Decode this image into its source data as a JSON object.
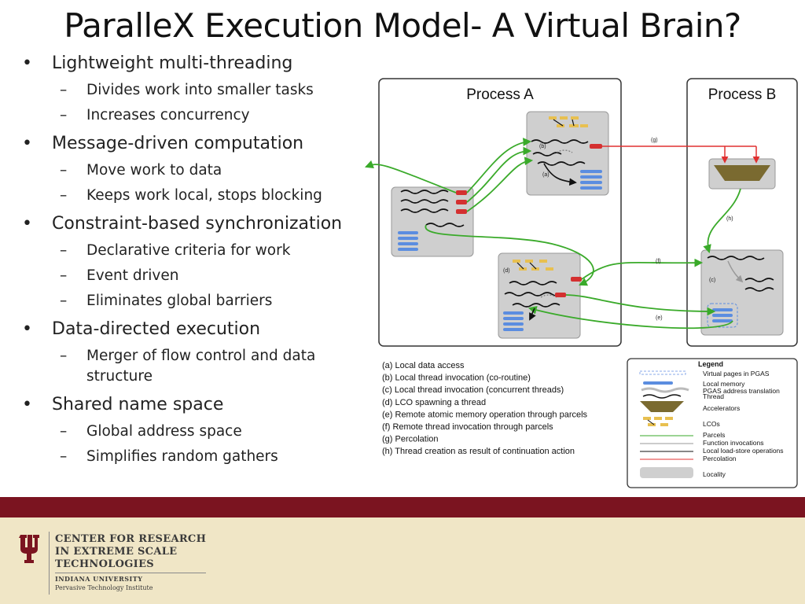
{
  "slide": {
    "title": "ParalleX Execution Model- A Virtual Brain?"
  },
  "bullets": [
    {
      "text": "Lightweight multi-threading",
      "subs": [
        "Divides work into smaller tasks",
        "Increases concurrency"
      ]
    },
    {
      "text": "Message-driven computation",
      "subs": [
        "Move work to data",
        "Keeps work local, stops blocking"
      ]
    },
    {
      "text": "Constraint-based synchronization",
      "subs": [
        "Declarative criteria for work",
        "Event driven",
        "Eliminates global barriers"
      ]
    },
    {
      "text": "Data-directed execution",
      "subs": [
        "Merger of flow control and data structure"
      ]
    },
    {
      "text": "Shared name space",
      "subs": [
        "Global address space",
        "Simplifies random gathers"
      ]
    }
  ],
  "figure": {
    "process_a": "Process A",
    "process_b": "Process B",
    "labels": {
      "a": "(a)",
      "b": "(b)",
      "c": "(c)",
      "d": "(d)",
      "e": "(e)",
      "f": "(f)",
      "g": "(g)",
      "h": "(h)"
    },
    "captions": [
      "(a) Local data access",
      "(b) Local thread invocation (co-routine)",
      "(c) Local thread invocation (concurrent threads)",
      "(d) LCO spawning a thread",
      "(e) Remote atomic memory operation through parcels",
      "(f) Remote thread invocation through parcels",
      "(g) Percolation",
      "(h) Thread creation as result of continuation action"
    ],
    "legend": {
      "title": "Legend",
      "items": [
        "Virtual pages in PGAS",
        "Local memory",
        "PGAS address translation",
        "Thread",
        "Accelerators",
        "LCOs",
        "Parcels",
        "Function invocations",
        "Local load-store operations",
        "Percolation",
        "Locality"
      ]
    },
    "colors": {
      "parcel": "#3aaa2a",
      "percolation": "#e03030",
      "memory": "#5b8de0",
      "lco": "#e8c050",
      "accelerator": "#7a6a30",
      "locality": "#cfcfcf"
    }
  },
  "footer": {
    "org_line1": "CENTER FOR RESEARCH",
    "org_line2": "IN EXTREME SCALE",
    "org_line3": "TECHNOLOGIES",
    "univ": "INDIANA UNIVERSITY",
    "institute": "Pervasive Technology Institute"
  }
}
